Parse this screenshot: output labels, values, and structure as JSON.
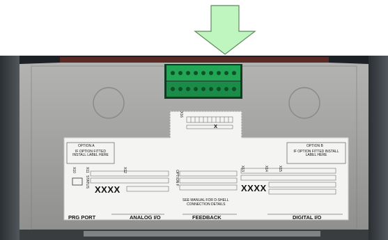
{
  "labels": {
    "option_a": "OPTION A",
    "option_a_note": "IF OPTION FITTED INSTALL LABEL HERE",
    "option_b": "OPTION B",
    "option_b_note": "IF OPTION FITTED INSTALL LABEL HERE",
    "x16": "X16",
    "x10": "X10",
    "x11": "X11",
    "x12": "X12",
    "x13": "X13",
    "x14": "X14",
    "x15": "X15",
    "option_f": "OPTION F",
    "status": "STATUS",
    "xxxx_left": "XXXX",
    "xxxx_right": "XXXX",
    "x_mark": "X",
    "dshell_note_1": "SEE MANUAL FOR D-SHELL",
    "dshell_note_2": "CONNECTION DETAILS",
    "prg_port": "PRG PORT",
    "analog_io": "ANALOG I/O",
    "feedback": "FEEDBACK",
    "digital_io": "DIGITAL I/O"
  },
  "colors": {
    "arrow_fill": "#bff5bf",
    "arrow_stroke": "#5d8a5d",
    "terminal_green": "#1f9a4f",
    "housing_grey": "#a7a7a5",
    "label_white": "#f4f4f2"
  },
  "icons": {
    "arrow": "down-arrow-icon",
    "terminal": "terminal-block-icon",
    "usb": "usb-port-icon"
  }
}
